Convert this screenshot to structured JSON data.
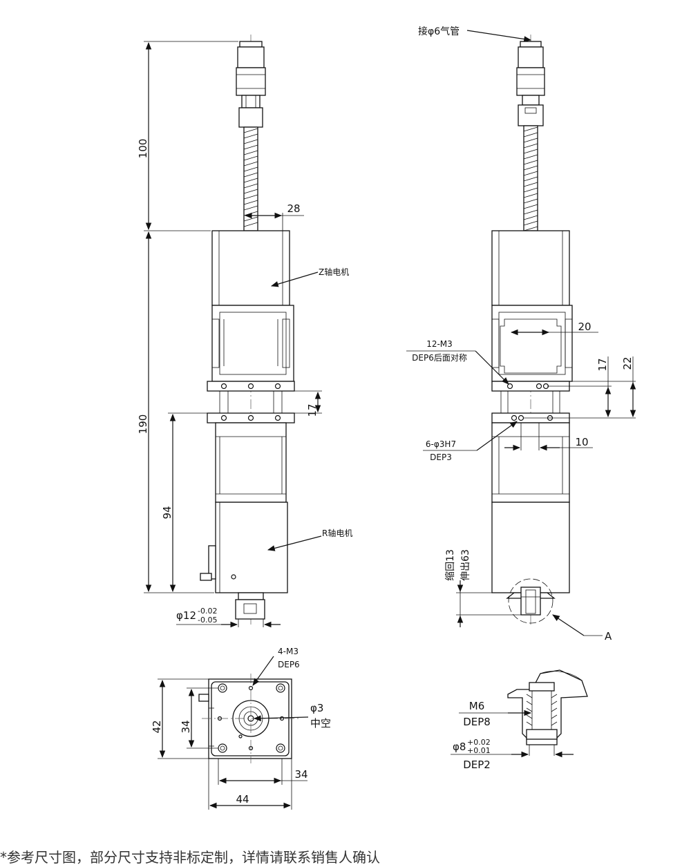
{
  "labels": {
    "gas_inlet": "接φ6气管",
    "z_motor": "Z轴电机",
    "r_motor": "R轴电机",
    "tap_12m3_line1": "12-M3",
    "tap_12m3_line2": "DEP6后面对称",
    "pin_holes_line1": "6-φ3H7",
    "pin_holes_line2": "DEP3",
    "tap_4m3_line1": "4-M3",
    "tap_4m3_line2": "DEP6",
    "bore_line1": "φ3",
    "bore_line2": "中空",
    "stroke_retract": "缩回13",
    "stroke_extend": "伸出63",
    "detail_marker": "A",
    "thread": "M6",
    "thread_depth": "DEP8",
    "counterbore": "φ8",
    "counterbore_tol_upper": "+0.02",
    "counterbore_tol_lower": "+0.01",
    "counterbore_depth": "DEP2",
    "shaft_dia": "φ12",
    "shaft_tol_upper": "-0.02",
    "shaft_tol_lower": "-0.05"
  },
  "dimensions": {
    "upper_length": "100",
    "body_length": "190",
    "lower_length": "94",
    "front_width": "28",
    "flange_gap_front": "17",
    "side_width_20": "20",
    "side_gap_17": "17",
    "side_gap_22": "22",
    "side_width_10": "10",
    "bottom_height_42": "42",
    "bottom_height_34": "34",
    "bottom_width_34": "34",
    "bottom_width_44": "44"
  },
  "footer": {
    "note": "*参考尺寸图，部分尺寸支持非标定制，详情请联系销售人确认"
  }
}
